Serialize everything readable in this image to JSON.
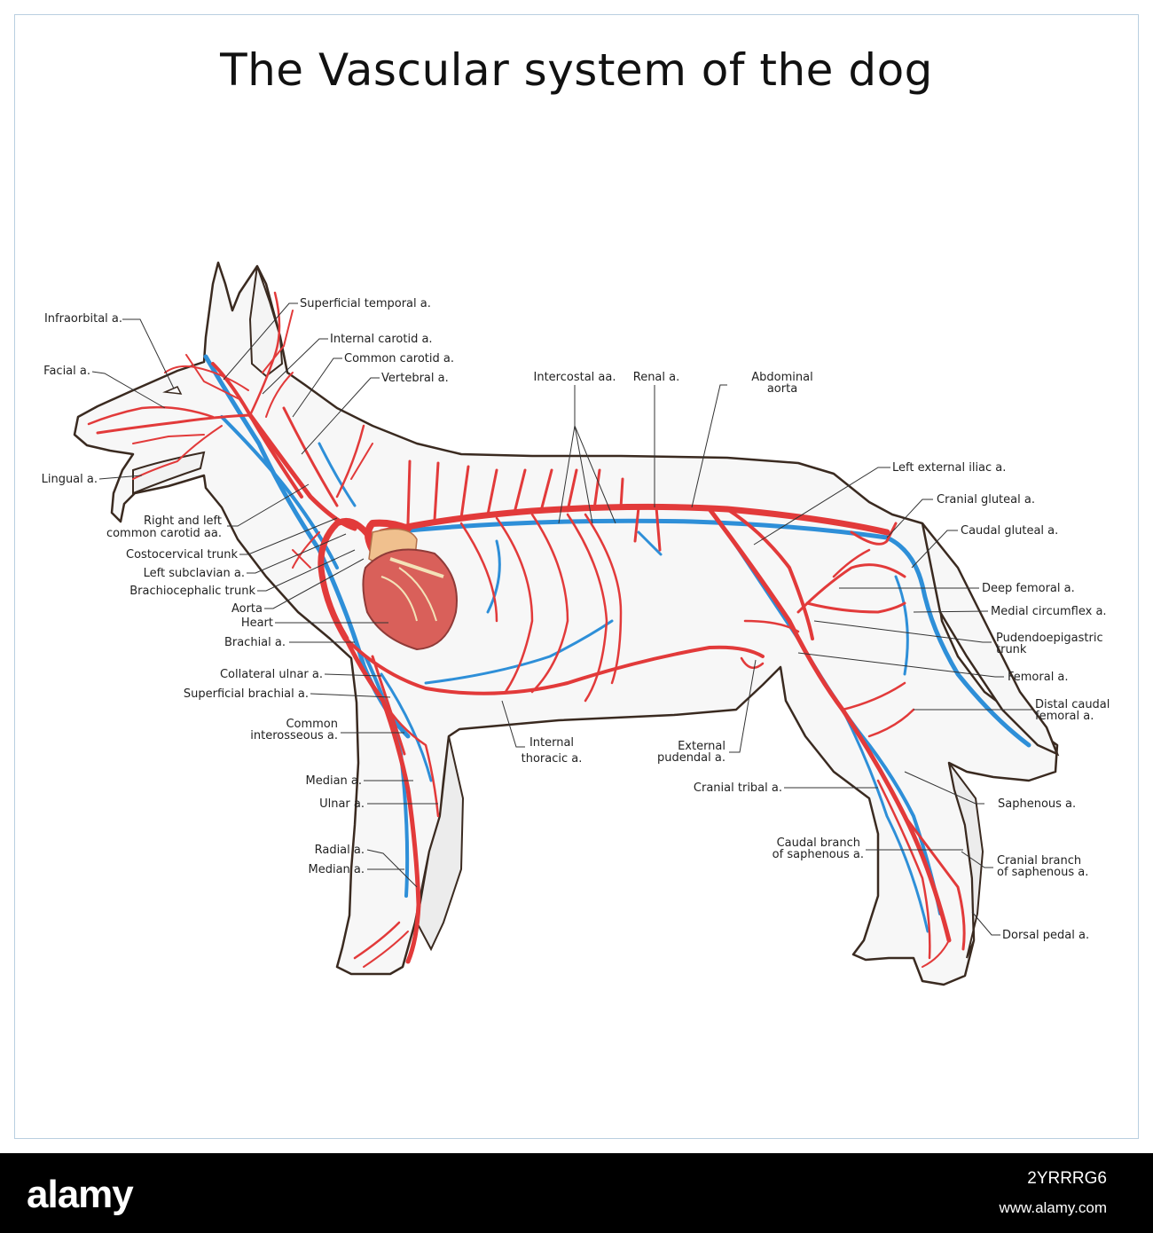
{
  "title": "The Vascular system of the dog",
  "colors": {
    "artery": "#e23a3a",
    "vein": "#2e8fd8",
    "outline": "#3a2a20",
    "heart": "#d9605a",
    "frame": "#b9cfe0"
  },
  "labels": {
    "infraorbital": "Infraorbital a.",
    "facial": "Facial a.",
    "lingual": "Lingual a.",
    "superficial_temporal": "Superficial temporal a.",
    "internal_carotid": "Internal carotid a.",
    "common_carotid": "Common carotid a.",
    "vertebral": "Vertebral a.",
    "right_left_common_carotid_1": "Right and left",
    "right_left_common_carotid_2": "common carotid aa.",
    "costocervical": "Costocervical trunk",
    "left_subclavian": "Left subclavian a.",
    "brachiocephalic": "Brachiocephalic trunk",
    "aorta": "Aorta",
    "heart": "Heart",
    "brachial": "Brachial a.",
    "collateral_ulnar": "Collateral ulnar a.",
    "superficial_brachial": "Superficial brachial a.",
    "common_interosseous_1": "Common",
    "common_interosseous_2": "interosseous a.",
    "median_upper": "Median a.",
    "ulnar": "Ulnar a.",
    "radial": "Radial a.",
    "median_lower": "Median a.",
    "intercostal": "Intercostal aa.",
    "renal": "Renal a.",
    "abdominal_aorta_1": "Abdominal",
    "abdominal_aorta_2": "aorta",
    "internal_thoracic_1": "Internal",
    "internal_thoracic_2": "thoracic a.",
    "external_pudendal_1": "External",
    "external_pudendal_2": "pudendal a.",
    "left_external_iliac": "Left external iliac a.",
    "cranial_gluteal": "Cranial gluteal a.",
    "caudal_gluteal": "Caudal gluteal a.",
    "deep_femoral": "Deep femoral a.",
    "medial_circumflex": "Medial circumflex a.",
    "pudendoepigastric_1": "Pudendoepigastric",
    "pudendoepigastric_2": "trunk",
    "femoral": "Femoral a.",
    "distal_caudal_femoral_1": "Distal caudal",
    "distal_caudal_femoral_2": "femoral a.",
    "cranial_tibial": "Cranial tribal a.",
    "saphenous": "Saphenous a.",
    "caudal_branch_saphenous_1": "Caudal branch",
    "caudal_branch_saphenous_2": "of saphenous a.",
    "cranial_branch_saphenous_1": "Cranial branch",
    "cranial_branch_saphenous_2": "of saphenous a.",
    "dorsal_pedal": "Dorsal pedal a."
  },
  "footer": {
    "brand": "alamy",
    "image_id": "2YRRRG6",
    "site": "www.alamy.com"
  }
}
